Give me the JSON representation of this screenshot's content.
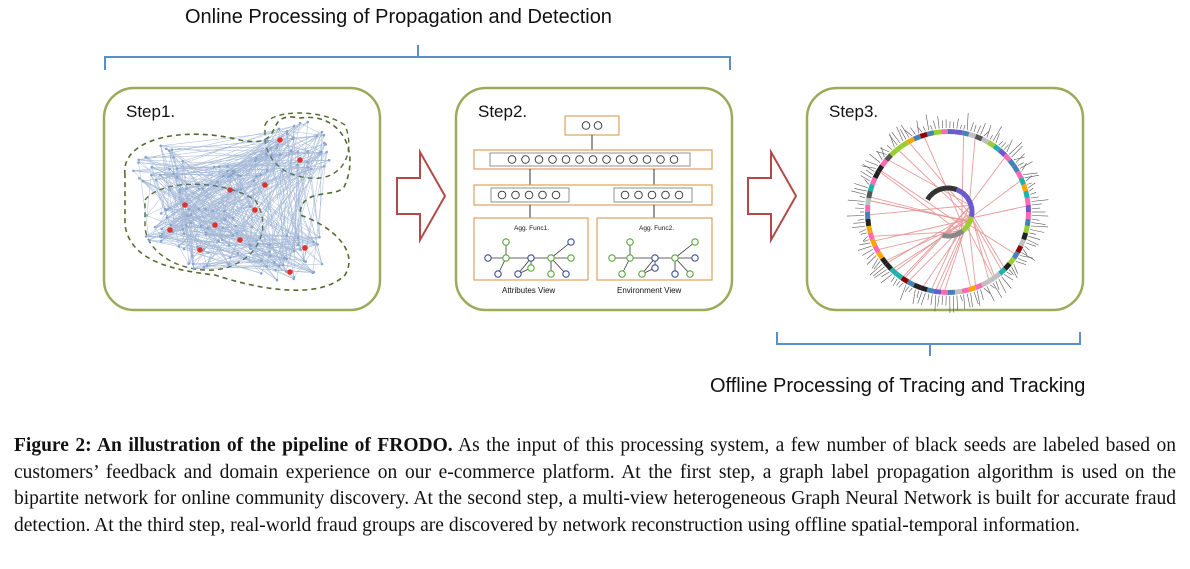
{
  "diagram": {
    "top_bracket_label": "Online Processing of Propagation and Detection",
    "bottom_bracket_label": "Offline Processing of Tracing and Tracking",
    "steps": [
      {
        "label": "Step1."
      },
      {
        "label": "Step2.",
        "views": [
          {
            "agg_label": "Agg. Func1.",
            "view_label": "Attributes View"
          },
          {
            "agg_label": "Agg. Func2.",
            "view_label": "Environment View"
          }
        ]
      },
      {
        "label": "Step3."
      }
    ],
    "colors": {
      "panel_border": "#9aab5a",
      "bracket": "#5b8fc9",
      "arrow": "#b24a4a",
      "layer_box": "#e0a060",
      "view_node_blue": "#3e4f9a",
      "view_node_green": "#5aa83a",
      "network_edge": "#5a7fb5",
      "seed_red": "#e0322d",
      "chord_pink": "#e38a8a"
    }
  },
  "caption": {
    "lead": "Figure 2: An illustration of the pipeline of FRODO.",
    "body": " As the input of this processing system, a few number of black seeds are labeled based on customers’ feedback and domain experience on our e-commerce platform. At the first step, a graph label propagation algorithm is used on the bipartite network for online community discovery. At the second step, a multi-view heterogeneous Graph Neural Network is built for accurate fraud detection. At the third step, real-world fraud groups are discovered by network reconstruction using offline spatial-temporal information."
  }
}
